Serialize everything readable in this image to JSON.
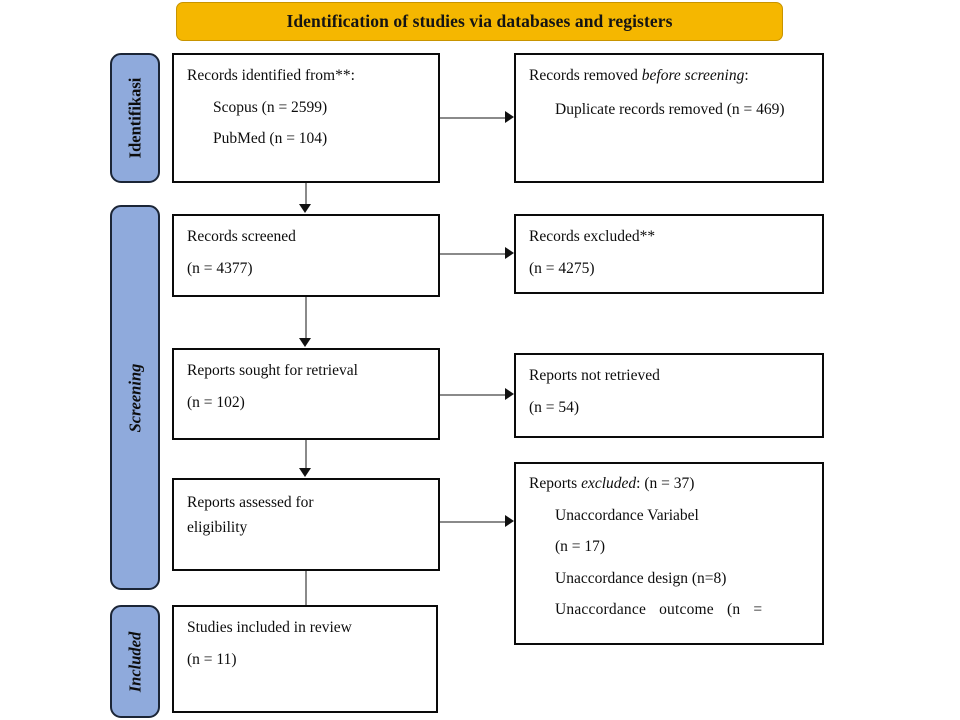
{
  "banner": {
    "title": "Identification of studies via databases and registers"
  },
  "stages": [
    {
      "id": "identification",
      "label": "Identifikasi",
      "style": "upright"
    },
    {
      "id": "screening",
      "label": "Screening",
      "style": "italic"
    },
    {
      "id": "included",
      "label": "Included",
      "style": "italic"
    }
  ],
  "boxes": {
    "identified": {
      "line1": "Records identified from**:",
      "line2": "Scopus (n = 2599)",
      "line3": "PubMed (n = 104)"
    },
    "removed": {
      "line1_a": "Records removed ",
      "line1_b": "before screening",
      "line1_c": ":",
      "line2": "Duplicate records removed (n = 469)"
    },
    "screened": {
      "line1": "Records screened",
      "line2": "(n = 4377)"
    },
    "excluded_screening": {
      "line1": "Records excluded**",
      "line2": "(n = 4275)"
    },
    "sought": {
      "line1": "Reports sought for retrieval",
      "line2": "(n = 102)"
    },
    "not_retrieved": {
      "line1": "Reports not retrieved",
      "line2": "(n = 54)"
    },
    "assessed": {
      "line1": "Reports assessed for",
      "line2": "eligibility"
    },
    "excluded_reports": {
      "line1_a": "Reports ",
      "line1_b": "excluded",
      "line1_c": ": (n = 37)",
      "line2": "Unaccordance Variabel",
      "line3": "(n = 17)",
      "line4": "Unaccordance  design (n=8)",
      "line5": "Unaccordance outcome (n ="
    },
    "studies_included": {
      "line1": "Studies included in review",
      "line2": "(n = 11)"
    }
  },
  "colors": {
    "banner_fill": "#F5B700",
    "stage_fill": "#8FAADC",
    "stage_border": "#1B2536",
    "box_border": "#0a0a0a",
    "connector": "#8a8a8a"
  }
}
